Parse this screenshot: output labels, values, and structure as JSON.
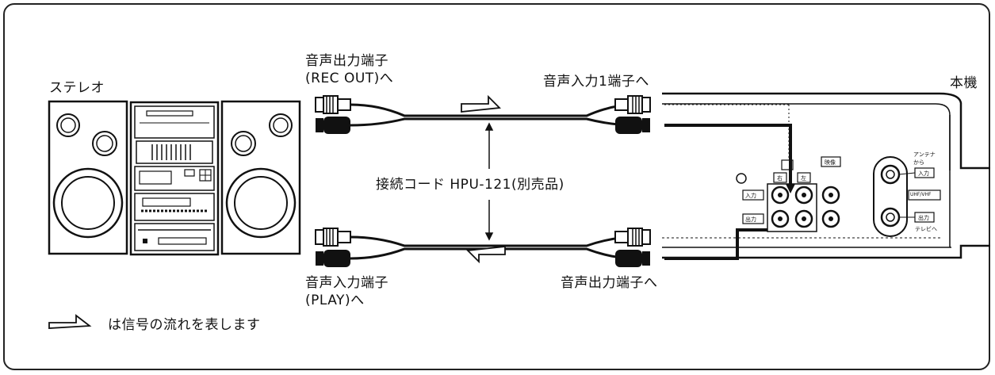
{
  "labels": {
    "stereo": "ステレオ",
    "main_unit": "本機",
    "audio_out_terminal": "音声出力端子",
    "rec_out": "(REC OUT)へ",
    "audio_in1_to": "音声入力1端子へ",
    "cord": "接続コード HPU-121(別売品)",
    "audio_in_terminal": "音声入力端子",
    "play": "(PLAY)へ",
    "audio_out_to": "音声出力端子へ",
    "legend": "は信号の流れを表します"
  },
  "panel": {
    "in_label": "入力",
    "out_label": "出力",
    "right": "右",
    "left": "左",
    "video": "映像",
    "antenna": "アンテナ から",
    "ant_in": "入力",
    "uhf_vhf": "UHF/VHF",
    "ant_out": "出力",
    "to_tv": "テレビへ"
  }
}
